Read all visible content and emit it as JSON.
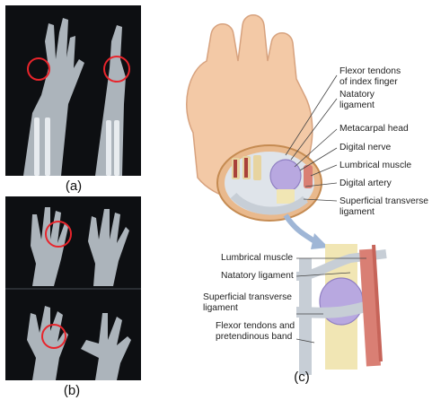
{
  "captions": {
    "a": "(a)",
    "b": "(b)",
    "c": "(c)"
  },
  "labels_top": [
    "Flexor tendons",
    "of index finger",
    "Natatory",
    "ligament",
    "Metacarpal head",
    "Digital nerve",
    "Lumbrical muscle",
    "Digital artery",
    "Superficial transverse",
    "ligament"
  ],
  "labels_bottom": [
    "Lumbrical muscle",
    "Natatory ligament",
    "Superficial transverse",
    "ligament",
    "Flexor tendons and",
    "pretendinous band"
  ],
  "colors": {
    "marker": "#e8242b",
    "xray_bg": "#0d0f12",
    "bone": "#d7dde3",
    "skin": "#f3c9a6",
    "ligament": "#c7ced6",
    "cartilage": "#b8a8e0",
    "tendon": "#f1e6b4",
    "muscle": "#d97f74"
  }
}
